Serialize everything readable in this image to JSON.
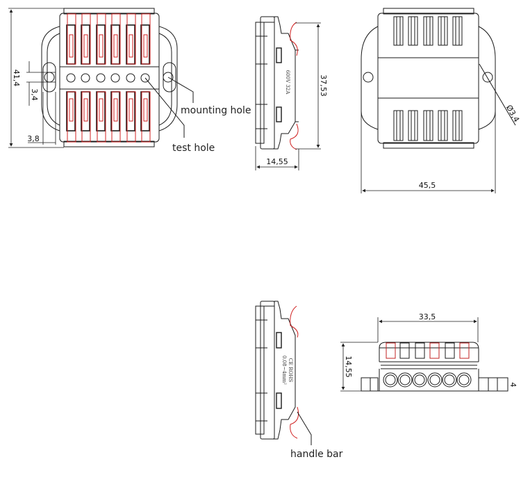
{
  "title": "Wire connector technical drawing",
  "colors": {
    "line": "#1a1a1a",
    "lever": "#d02020",
    "body_fill": "#ffffff"
  },
  "top_view": {
    "dimensions": {
      "height": "41,4",
      "hole_diameter": "3,4",
      "edge_offset": "3,8"
    },
    "callouts": {
      "mounting_hole": "mounting hole",
      "test_hole": "test hole"
    },
    "lever_count_per_side": 6,
    "test_hole_count": 6
  },
  "side_view_top": {
    "dimensions": {
      "height": "37,53",
      "depth": "14,55"
    },
    "marking": "600V 32A"
  },
  "bottom_view": {
    "dimensions": {
      "width": "45,5",
      "hole_diameter": "Ø3,4"
    }
  },
  "side_view_bottom": {
    "marking_line1": "0.08~4mm²",
    "marking_line2": "CE ROHS",
    "callouts": {
      "handle_bar": "handle bar"
    }
  },
  "front_view": {
    "dimensions": {
      "width": "33,5",
      "height": "14,55",
      "base_height": "4"
    },
    "port_count": 6
  }
}
